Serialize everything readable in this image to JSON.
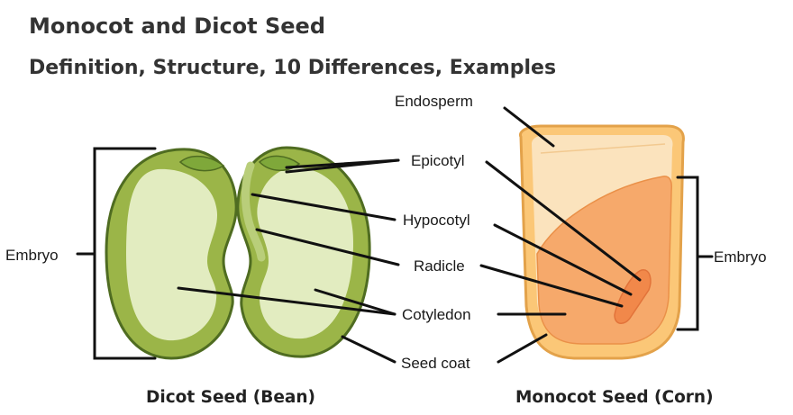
{
  "header": {
    "title": "Monocot and Dicot Seed",
    "subtitle": "Definition, Structure, 10 Differences, Examples"
  },
  "labels": {
    "endosperm": "Endosperm",
    "epicotyl": "Epicotyl",
    "hypocotyl": "Hypocotyl",
    "radicle": "Radicle",
    "cotyledon": "Cotyledon",
    "seed_coat": "Seed coat",
    "embryo_left": "Embryo",
    "embryo_right": "Embryo"
  },
  "captions": {
    "dicot": "Dicot Seed (Bean)",
    "monocot": "Monocot Seed (Corn)"
  },
  "colors": {
    "dicot_coat": "#9bb548",
    "dicot_coat_stroke": "#4f6c21",
    "dicot_cotyledon": "#e2ecc0",
    "dicot_epicotyl": "#7fa83a",
    "monocot_coat": "#fbc777",
    "monocot_endosperm": "#fbe3bd",
    "monocot_embryo": "#f6a96b",
    "monocot_radicle": "#f1884a",
    "bracket": "#111111"
  }
}
